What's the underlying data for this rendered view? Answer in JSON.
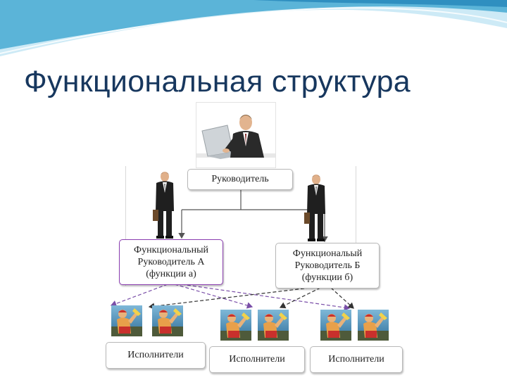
{
  "slide": {
    "title": "Функциональная структура"
  },
  "diagram": {
    "manager_label": "Руководитель",
    "functional_a": {
      "line1": "Функциональный",
      "line2": "Руководитель А",
      "line3": "(функции а)"
    },
    "functional_b": {
      "line1": "Функциональый",
      "line2": "Руководитель Б",
      "line3": "(функции б)"
    },
    "executors": [
      {
        "label": "Исполнители"
      },
      {
        "label": "Исполнители"
      },
      {
        "label": "Исполнители"
      }
    ]
  },
  "colors": {
    "title": "#17375e",
    "wave_dark": "#3a9fc9",
    "wave_light": "#bfe3f2",
    "highlight_border": "#8a3db0",
    "dashed_arrow": "#7a4fa8",
    "arrow": "#555555"
  }
}
